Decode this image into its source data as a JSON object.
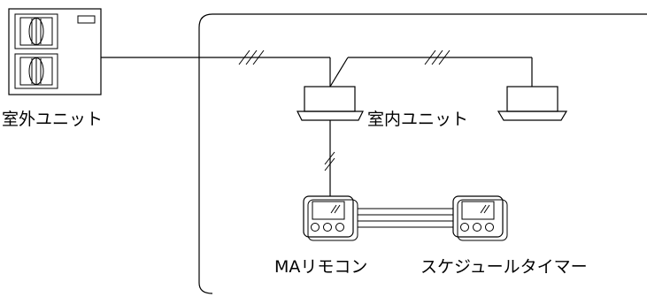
{
  "labels": {
    "outdoor_unit": "室外ユニット",
    "indoor_unit": "室内ユニット",
    "ma_remote": "MAリモコン",
    "schedule_timer": "スケジュールタイマー"
  }
}
